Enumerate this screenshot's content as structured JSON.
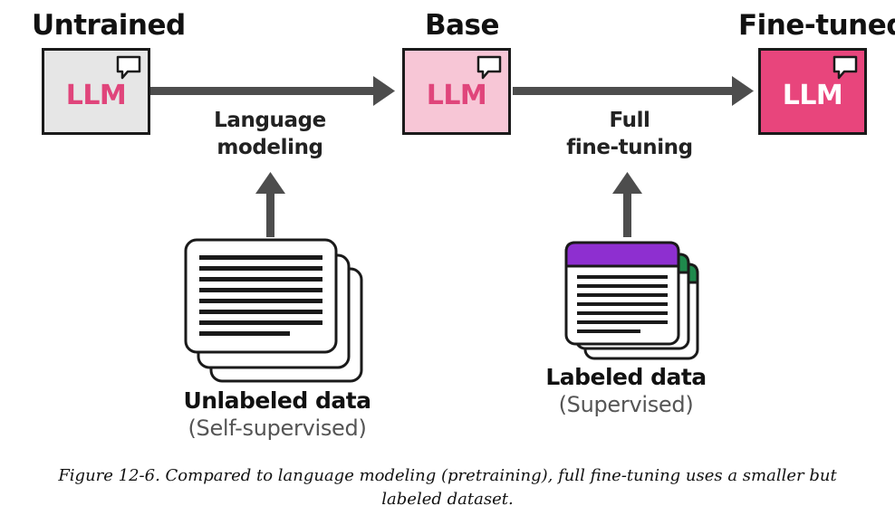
{
  "stages": [
    {
      "title": "Untrained",
      "label": "LLM",
      "fill": "#e6e6e6",
      "text_color": "#e0457b"
    },
    {
      "title": "Base",
      "label": "LLM",
      "fill": "#f7c6d6",
      "text_color": "#e0457b"
    },
    {
      "title": "Fine-tuned",
      "label": "LLM",
      "fill": "#e8457c",
      "text_color": "#ffffff"
    }
  ],
  "steps": {
    "language_modeling": {
      "line1": "Language",
      "line2": "modeling"
    },
    "full_fine_tuning": {
      "line1": "Full",
      "line2": "fine-tuning"
    }
  },
  "data_sources": {
    "unlabeled": {
      "title": "Unlabeled data",
      "subtitle": "(Self-supervised)"
    },
    "labeled": {
      "title": "Labeled data",
      "subtitle": "(Supervised)"
    }
  },
  "caption": {
    "line1": "Figure 12-6. Compared to language modeling (pretraining), full fine-tuning uses a smaller but",
    "line2": "labeled dataset."
  },
  "colors": {
    "arrow": "#4d4d4d",
    "outline": "#1a1a1a",
    "labeled_tab_purple": "#8e2fd0",
    "labeled_tab_green": "#1f8a4c"
  }
}
